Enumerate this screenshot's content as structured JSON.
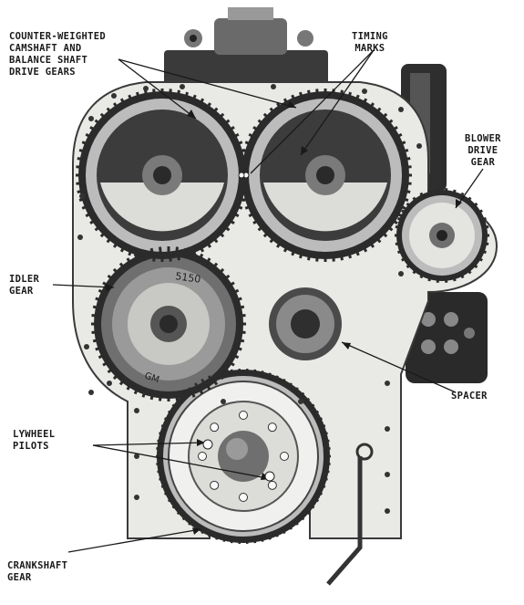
{
  "labels": {
    "cam_gears": "COUNTER-WEIGHTED\nCAMSHAFT AND\nBALANCE SHAFT\nDRIVE GEARS",
    "timing_marks": "TIMING\nMARKS",
    "blower_gear": "BLOWER\nDRIVE\nGEAR",
    "idler_gear": "IDLER\nGEAR",
    "spacer": "SPACER",
    "flywheel_pilots": "LYWHEEL\nPILOTS",
    "crankshaft_gear": "CRANKSHAFT\nGEAR"
  },
  "gear_markings": {
    "idler_number": "5150",
    "idler_logo": "GM"
  },
  "colors": {
    "plate": "#e9e9e6",
    "plate_edge": "#3a3a3a",
    "gear_dark": "#2b2b2b",
    "gear_mid": "#6f6f6f",
    "gear_light": "#bcbcbc",
    "ink": "#1a1a1a"
  }
}
